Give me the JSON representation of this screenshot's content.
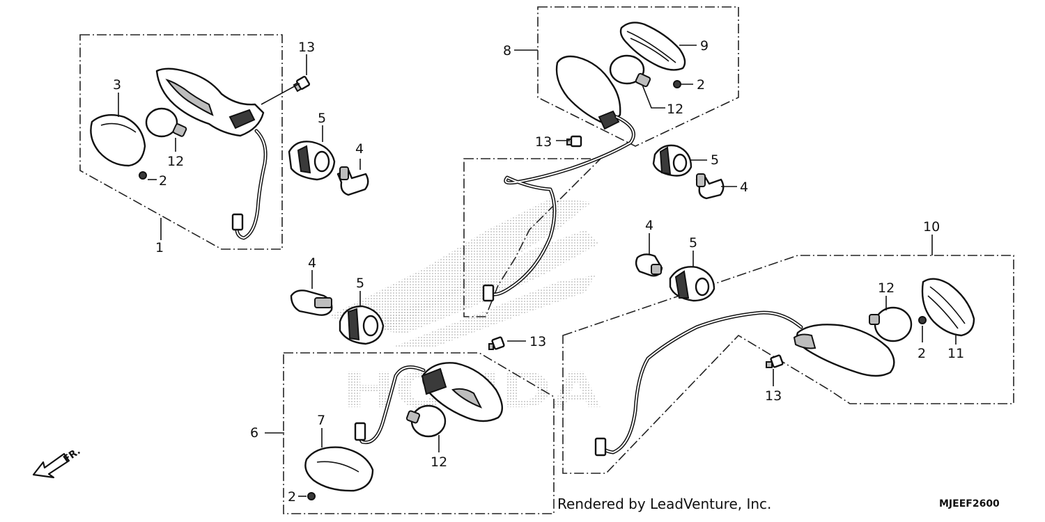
{
  "callouts": {
    "c1": "1",
    "c2a": "2",
    "c2b": "2",
    "c2c": "2",
    "c2d": "2",
    "c3": "3",
    "c4a": "4",
    "c4b": "4",
    "c4c": "4",
    "c4d": "4",
    "c5a": "5",
    "c5b": "5",
    "c5c": "5",
    "c5d": "5",
    "c6": "6",
    "c7": "7",
    "c8": "8",
    "c9": "9",
    "c10": "10",
    "c11": "11",
    "c12a": "12",
    "c12b": "12",
    "c12c": "12",
    "c12d": "12",
    "c13a": "13",
    "c13b": "13",
    "c13c": "13",
    "c13d": "13"
  },
  "front_indicator": "FR.",
  "footer": {
    "credit": "Rendered by LeadVenture, Inc.",
    "diagram_code": "MJEEF2600"
  },
  "watermark": {
    "brand_letters": "HONDA"
  },
  "colors": {
    "line": "#111111",
    "background": "#ffffff",
    "watermark": "#9a9a9a"
  }
}
